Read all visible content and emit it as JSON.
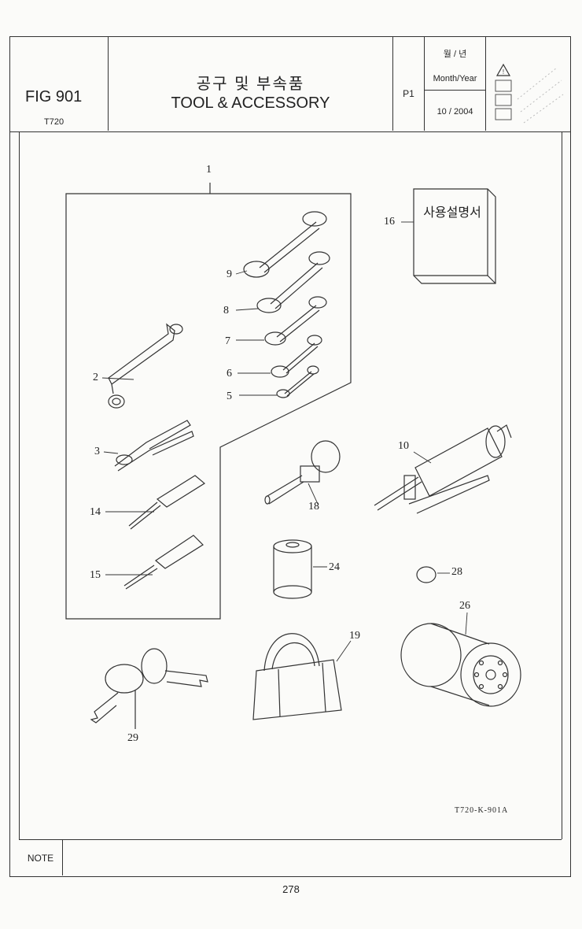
{
  "header": {
    "fig_label": "FIG 901",
    "model": "T720",
    "title_ko": "공구 및 부속품",
    "title_en": "TOOL & ACCESSORY",
    "page": "P1",
    "date_label_ko": "월 / 년",
    "date_label_en": "Month/Year",
    "date_value": "10 / 2004"
  },
  "parts": [
    {
      "no": "1"
    },
    {
      "no": "2"
    },
    {
      "no": "3"
    },
    {
      "no": "5"
    },
    {
      "no": "6"
    },
    {
      "no": "7"
    },
    {
      "no": "8"
    },
    {
      "no": "9"
    },
    {
      "no": "10"
    },
    {
      "no": "14"
    },
    {
      "no": "15"
    },
    {
      "no": "16"
    },
    {
      "no": "18"
    },
    {
      "no": "19"
    },
    {
      "no": "24"
    },
    {
      "no": "26"
    },
    {
      "no": "28"
    },
    {
      "no": "29"
    }
  ],
  "manual_cover_text": "사용설명서",
  "drawing_code": "T720-K-901A",
  "note_label": "NOTE",
  "page_number": "278"
}
